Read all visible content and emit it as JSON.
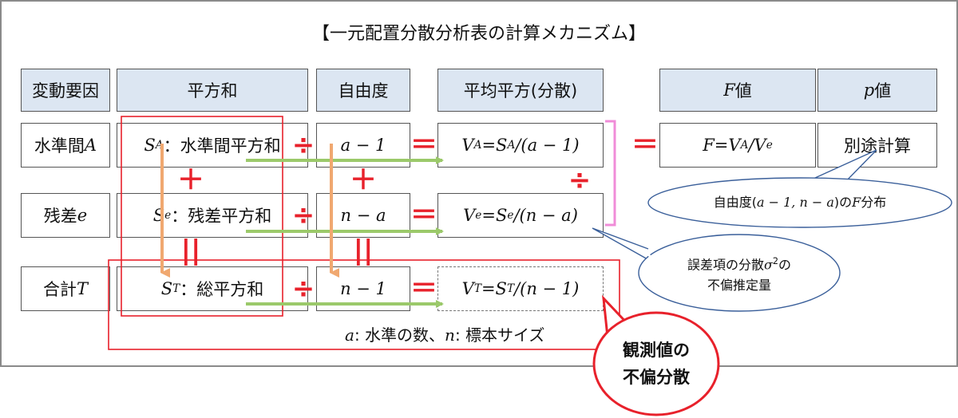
{
  "title": "【一元配置分散分析表の計算メカニズム】",
  "headers": {
    "factor": "変動要因",
    "sum_squares": "平方和",
    "dof": "自由度",
    "mean_square": "平均平方(分散)",
    "f_value": "値",
    "f_symbol": "F",
    "p_value": "値",
    "p_symbol": "p"
  },
  "rows": {
    "between": {
      "factor": "水準間",
      "factor_sym": "A",
      "ss_sym": "S",
      "ss_sub": "A",
      "ss_label": "：水準間平方和",
      "dof": "a − 1",
      "ms_lhs": "V",
      "ms_lhs_sub": "A",
      "ms_eq": " = ",
      "ms_rhs": "S",
      "ms_rhs_sub": "A",
      "ms_div": "/(a − 1)"
    },
    "error": {
      "factor": "残差",
      "factor_sym": "e",
      "ss_sym": "S",
      "ss_sub": "e",
      "ss_label": "：残差平方和",
      "dof": "n − a",
      "ms_lhs": "V",
      "ms_lhs_sub": "e",
      "ms_eq": " = ",
      "ms_rhs": "S",
      "ms_rhs_sub": "e",
      "ms_div": "/(n − a)"
    },
    "total": {
      "factor": "合計",
      "factor_sym": "T",
      "ss_sym": "S",
      "ss_sub": "T",
      "ss_label": "：総平方和",
      "dof": "n − 1",
      "ms_lhs": "V",
      "ms_lhs_sub": "T",
      "ms_eq": " = ",
      "ms_rhs": "S",
      "ms_rhs_sub": "T",
      "ms_div": "/(n − 1)"
    }
  },
  "f_formula": {
    "lhs": "F",
    "eq": " = ",
    "num": "V",
    "num_sub": "A",
    "slash": "/",
    "den": "V",
    "den_sub": "e"
  },
  "p_cell": "別途計算",
  "operators": {
    "divide": "÷",
    "equals": "＝",
    "plus": "＋",
    "parallel_equals": "||"
  },
  "bubble_f_dist": {
    "text_a": "自由度(",
    "text_b": "a − 1, n − a",
    "text_c": ")の",
    "text_d": "F",
    "text_e": "分布"
  },
  "bubble_error": {
    "line1_a": "誤差項の分散",
    "line1_b": "σ",
    "line1_c": "2",
    "line1_d": "の",
    "line2": "不偏推定量"
  },
  "callout": {
    "line1": "観測値の",
    "line2": "不偏分散"
  },
  "note": {
    "a": "a",
    "a_text": ": 水準の数、",
    "n": "n",
    "n_text": ": 標本サイズ"
  },
  "colors": {
    "header_fill": "#dce6f2",
    "red": "#e8212b",
    "green": "#9bc96a",
    "orange": "#f0a870",
    "pink": "#f08cd8",
    "bubble_border": "#3a5f9a"
  }
}
